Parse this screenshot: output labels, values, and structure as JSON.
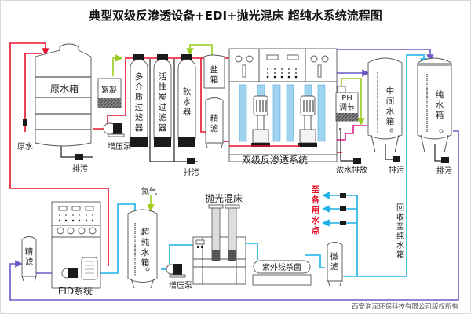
{
  "title": "典型双级反渗透设备+EDI+抛光混床 超纯水系统流程图",
  "colors": {
    "raw_water_pipe": "#e8112d",
    "pure_water_pipe": "#1cb0e8",
    "return_pipe": "#6a5ac8",
    "dosing_pipe": "#9acd1c",
    "drain_pipe": "#222222",
    "concentrate_pipe": "#e8178a",
    "membrane": "#9fd3ef"
  },
  "equipment": {
    "raw_tank": "原水箱",
    "raw_water": "原水",
    "flocculant": "絮凝",
    "booster_pump_1": "增压泵",
    "multimedia_filter": [
      "多",
      "介",
      "质",
      "过",
      "滤",
      "器"
    ],
    "carbon_filter": [
      "活",
      "性",
      "炭",
      "过",
      "滤",
      "器"
    ],
    "softener": [
      "软",
      "水",
      "器"
    ],
    "salt_tank": [
      "盐",
      "箱"
    ],
    "precision_filter_1": [
      "精",
      "滤"
    ],
    "ro_system": "双级反渗透系统",
    "ph_adjust": [
      "PH",
      "调节"
    ],
    "mid_tank": [
      "中",
      "间",
      "水",
      "箱"
    ],
    "pure_tank": [
      "纯",
      "水",
      "箱"
    ],
    "concentrate_drain": "浓水排放",
    "precision_filter_2": [
      "精",
      "滤"
    ],
    "edi_system": "EID系统",
    "nitrogen": "氮气",
    "ultra_pure_tank": [
      "超",
      "纯",
      "水",
      "箱"
    ],
    "booster_pump_2": "增压泵",
    "polishing_bed": "抛光混床",
    "uv_sterilizer": "紫外线杀菌",
    "micro_filter": [
      "微",
      "滤"
    ],
    "to_points": [
      "至",
      "各",
      "用",
      "水",
      "点"
    ],
    "return_label": [
      "回",
      "收",
      "至",
      "纯",
      "水",
      "箱"
    ]
  },
  "drain_labels": [
    "排污",
    "排污",
    "排污",
    "排污"
  ],
  "footer": "西安洵润环保科技有限公司版权所有"
}
